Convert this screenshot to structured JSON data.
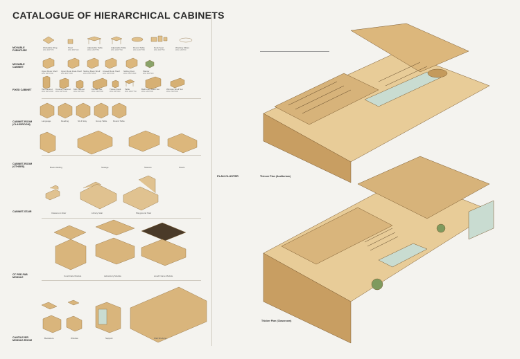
{
  "title": "CATALOGUE OF HIERARCHICAL CABINETS",
  "sections": [
    {
      "id": "movable-furniture",
      "label": "MOVABLE FURNITURE"
    },
    {
      "id": "movable-cabinet",
      "label": "MOVABLE CABINET"
    },
    {
      "id": "fixed-cabinet",
      "label": "FIXED CABINET"
    },
    {
      "id": "cabinet-room-classroom",
      "label": "CABINET-ROOM (CLASSROOM)"
    },
    {
      "id": "cabinet-room-others",
      "label": "CABINET-ROOM (OTHERS)"
    },
    {
      "id": "cabinet-stair",
      "label": "CABINET-STAIR"
    },
    {
      "id": "ot-pre-fab-module",
      "label": "OT PRE-FAB MODULE"
    },
    {
      "id": "cantilever-module-room",
      "label": "CANTILEVER MODULE-ROOM"
    }
  ],
  "row1": {
    "captions": [
      "Worktable Ring",
      "Stool",
      "Adjustable Table",
      "Adjustable Table",
      "Round Table",
      "Desk Seat",
      "Working Slides"
    ],
    "subs": [
      "W/H 400*375",
      "W/H 350*340",
      "W/H 1200*750",
      "W/H 1000*750",
      "W/H 1200*750",
      "W/H 400*750",
      "W/H 1200*20"
    ]
  },
  "row2": {
    "captions": [
      "Open Book Shelf",
      "Open Book Dual-Shelf",
      "Sliding Book Shelf",
      "Closed Book Shelf",
      "Sliding Door",
      "Planter"
    ],
    "subs": [
      "W/H 900*1500",
      "W/H 900*1500",
      "W/H 1200*1500",
      "W/H 900*1500",
      "W/H 1200*1800",
      "W/H 600*600"
    ]
  },
  "row3": {
    "captions": [
      "Tall Cabinet",
      "Counter Cabinet",
      "Mid Cabinet",
      "Kitchen Set",
      "Tissue Desk",
      "Table",
      "Bathroom Shelf Set",
      "Window Shelf Set"
    ],
    "subs": [
      "W/H 900*2400",
      "W/H 900*1200",
      "W/H 900*900",
      "W/H 2400*900",
      "W/H 600*900",
      "W/H 1800*750",
      "W/H 1200*600",
      "W/H 1500*900"
    ]
  },
  "row4": {
    "captions": [
      "Language",
      "Reading",
      "Sit & Stay",
      "Group Table",
      "Round Table"
    ]
  },
  "row5": {
    "captions": [
      "Book Holding",
      "Storage",
      "Shelves",
      "Stools"
    ]
  },
  "row6": {
    "captions": [
      "Classroom Stair",
      "Library Stair",
      "Playground Stair"
    ]
  },
  "row7": {
    "captions": [
      "Coordinate Module",
      "Laboratory Module",
      "wood Frame Module"
    ]
  },
  "row8": {
    "captions": [
      "Bookstore",
      "Window",
      "Support",
      "Wall Shelving"
    ]
  },
  "plan": {
    "cluster_label": "PLAN CLUSTER",
    "thinner_caption": "Thinner Plan (Auditorium)",
    "thicker_caption": "Thicker Plan (Classroom)"
  },
  "colors": {
    "wood": "#d9b57c",
    "wood_dark": "#b78d52",
    "wood_light": "#ead2a5",
    "glass": "#c9dcd1",
    "background": "#f4f3ef"
  }
}
